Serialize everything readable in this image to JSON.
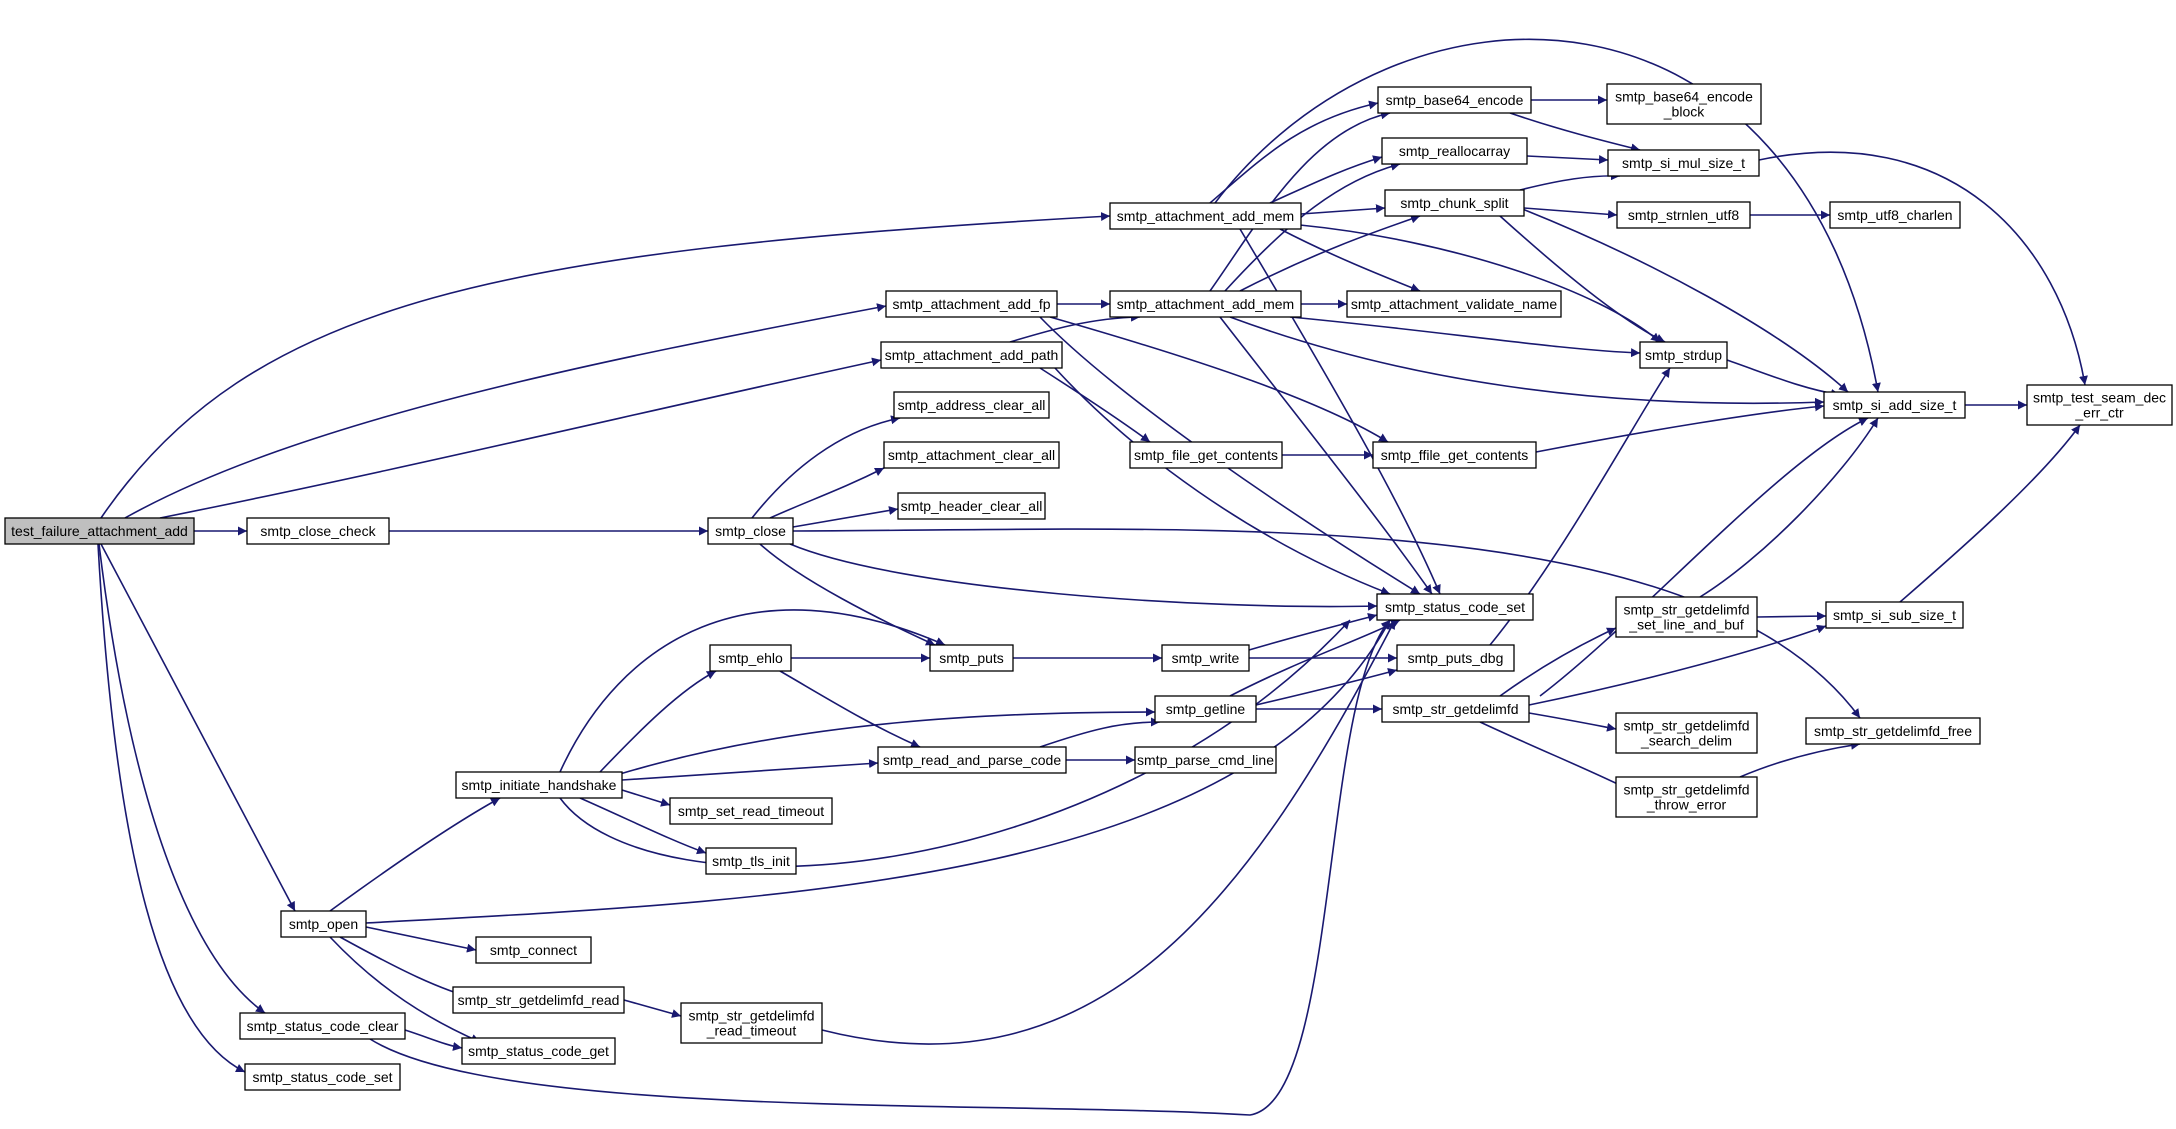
{
  "colors": {
    "edge": "#191970",
    "node_border": "#000000",
    "node_fill": "#ffffff",
    "root_fill": "#bfbfbf",
    "text": "#000000"
  },
  "nodes": [
    {
      "id": "test_failure_attachment_add",
      "lines": [
        "test_failure_attachment_add"
      ],
      "root": true
    },
    {
      "id": "smtp_attachment_add_mem_a",
      "lines": [
        "smtp_attachment_add_mem"
      ]
    },
    {
      "id": "smtp_attachment_add_fp",
      "lines": [
        "smtp_attachment_add_fp"
      ]
    },
    {
      "id": "smtp_attachment_add_mem_b",
      "lines": [
        "smtp_attachment_add_mem"
      ]
    },
    {
      "id": "smtp_attachment_add_path",
      "lines": [
        "smtp_attachment_add_path"
      ]
    },
    {
      "id": "smtp_address_clear_all",
      "lines": [
        "smtp_address_clear_all"
      ]
    },
    {
      "id": "smtp_attachment_clear_all",
      "lines": [
        "smtp_attachment_clear_all"
      ]
    },
    {
      "id": "smtp_header_clear_all",
      "lines": [
        "smtp_header_clear_all"
      ]
    },
    {
      "id": "smtp_close_check",
      "lines": [
        "smtp_close_check"
      ]
    },
    {
      "id": "smtp_close",
      "lines": [
        "smtp_close"
      ]
    },
    {
      "id": "smtp_base64_encode",
      "lines": [
        "smtp_base64_encode"
      ]
    },
    {
      "id": "smtp_base64_encode_block",
      "lines": [
        "smtp_base64_encode",
        "_block"
      ]
    },
    {
      "id": "smtp_reallocarray",
      "lines": [
        "smtp_reallocarray"
      ]
    },
    {
      "id": "smtp_si_mul_size_t",
      "lines": [
        "smtp_si_mul_size_t"
      ]
    },
    {
      "id": "smtp_chunk_split",
      "lines": [
        "smtp_chunk_split"
      ]
    },
    {
      "id": "smtp_strnlen_utf8",
      "lines": [
        "smtp_strnlen_utf8"
      ]
    },
    {
      "id": "smtp_utf8_charlen",
      "lines": [
        "smtp_utf8_charlen"
      ]
    },
    {
      "id": "smtp_attachment_validate_name",
      "lines": [
        "smtp_attachment_validate_name"
      ]
    },
    {
      "id": "smtp_strdup",
      "lines": [
        "smtp_strdup"
      ]
    },
    {
      "id": "smtp_si_add_size_t",
      "lines": [
        "smtp_si_add_size_t"
      ]
    },
    {
      "id": "smtp_test_seam_dec_err_ctr",
      "lines": [
        "smtp_test_seam_dec",
        "_err_ctr"
      ]
    },
    {
      "id": "smtp_file_get_contents",
      "lines": [
        "smtp_file_get_contents"
      ]
    },
    {
      "id": "smtp_ffile_get_contents",
      "lines": [
        "smtp_ffile_get_contents"
      ]
    },
    {
      "id": "smtp_status_code_set_main",
      "lines": [
        "smtp_status_code_set"
      ]
    },
    {
      "id": "smtp_str_getdelimfd_set_line_and_buf",
      "lines": [
        "smtp_str_getdelimfd",
        "_set_line_and_buf"
      ]
    },
    {
      "id": "smtp_si_sub_size_t",
      "lines": [
        "smtp_si_sub_size_t"
      ]
    },
    {
      "id": "smtp_ehlo",
      "lines": [
        "smtp_ehlo"
      ]
    },
    {
      "id": "smtp_puts",
      "lines": [
        "smtp_puts"
      ]
    },
    {
      "id": "smtp_write",
      "lines": [
        "smtp_write"
      ]
    },
    {
      "id": "smtp_puts_dbg",
      "lines": [
        "smtp_puts_dbg"
      ]
    },
    {
      "id": "smtp_getline",
      "lines": [
        "smtp_getline"
      ]
    },
    {
      "id": "smtp_str_getdelimfd",
      "lines": [
        "smtp_str_getdelimfd"
      ]
    },
    {
      "id": "smtp_str_getdelimfd_search_delim",
      "lines": [
        "smtp_str_getdelimfd",
        "_search_delim"
      ]
    },
    {
      "id": "smtp_str_getdelimfd_free",
      "lines": [
        "smtp_str_getdelimfd_free"
      ]
    },
    {
      "id": "smtp_initiate_handshake",
      "lines": [
        "smtp_initiate_handshake"
      ]
    },
    {
      "id": "smtp_read_and_parse_code",
      "lines": [
        "smtp_read_and_parse_code"
      ]
    },
    {
      "id": "smtp_parse_cmd_line",
      "lines": [
        "smtp_parse_cmd_line"
      ]
    },
    {
      "id": "smtp_set_read_timeout",
      "lines": [
        "smtp_set_read_timeout"
      ]
    },
    {
      "id": "smtp_str_getdelimfd_throw_error",
      "lines": [
        "smtp_str_getdelimfd",
        "_throw_error"
      ]
    },
    {
      "id": "smtp_tls_init",
      "lines": [
        "smtp_tls_init"
      ]
    },
    {
      "id": "smtp_open",
      "lines": [
        "smtp_open"
      ]
    },
    {
      "id": "smtp_connect",
      "lines": [
        "smtp_connect"
      ]
    },
    {
      "id": "smtp_str_getdelimfd_read",
      "lines": [
        "smtp_str_getdelimfd_read"
      ]
    },
    {
      "id": "smtp_str_getdelimfd_read_timeout",
      "lines": [
        "smtp_str_getdelimfd",
        "_read_timeout"
      ]
    },
    {
      "id": "smtp_status_code_clear",
      "lines": [
        "smtp_status_code_clear"
      ]
    },
    {
      "id": "smtp_status_code_get",
      "lines": [
        "smtp_status_code_get"
      ]
    },
    {
      "id": "smtp_status_code_set_leaf",
      "lines": [
        "smtp_status_code_set"
      ]
    }
  ]
}
